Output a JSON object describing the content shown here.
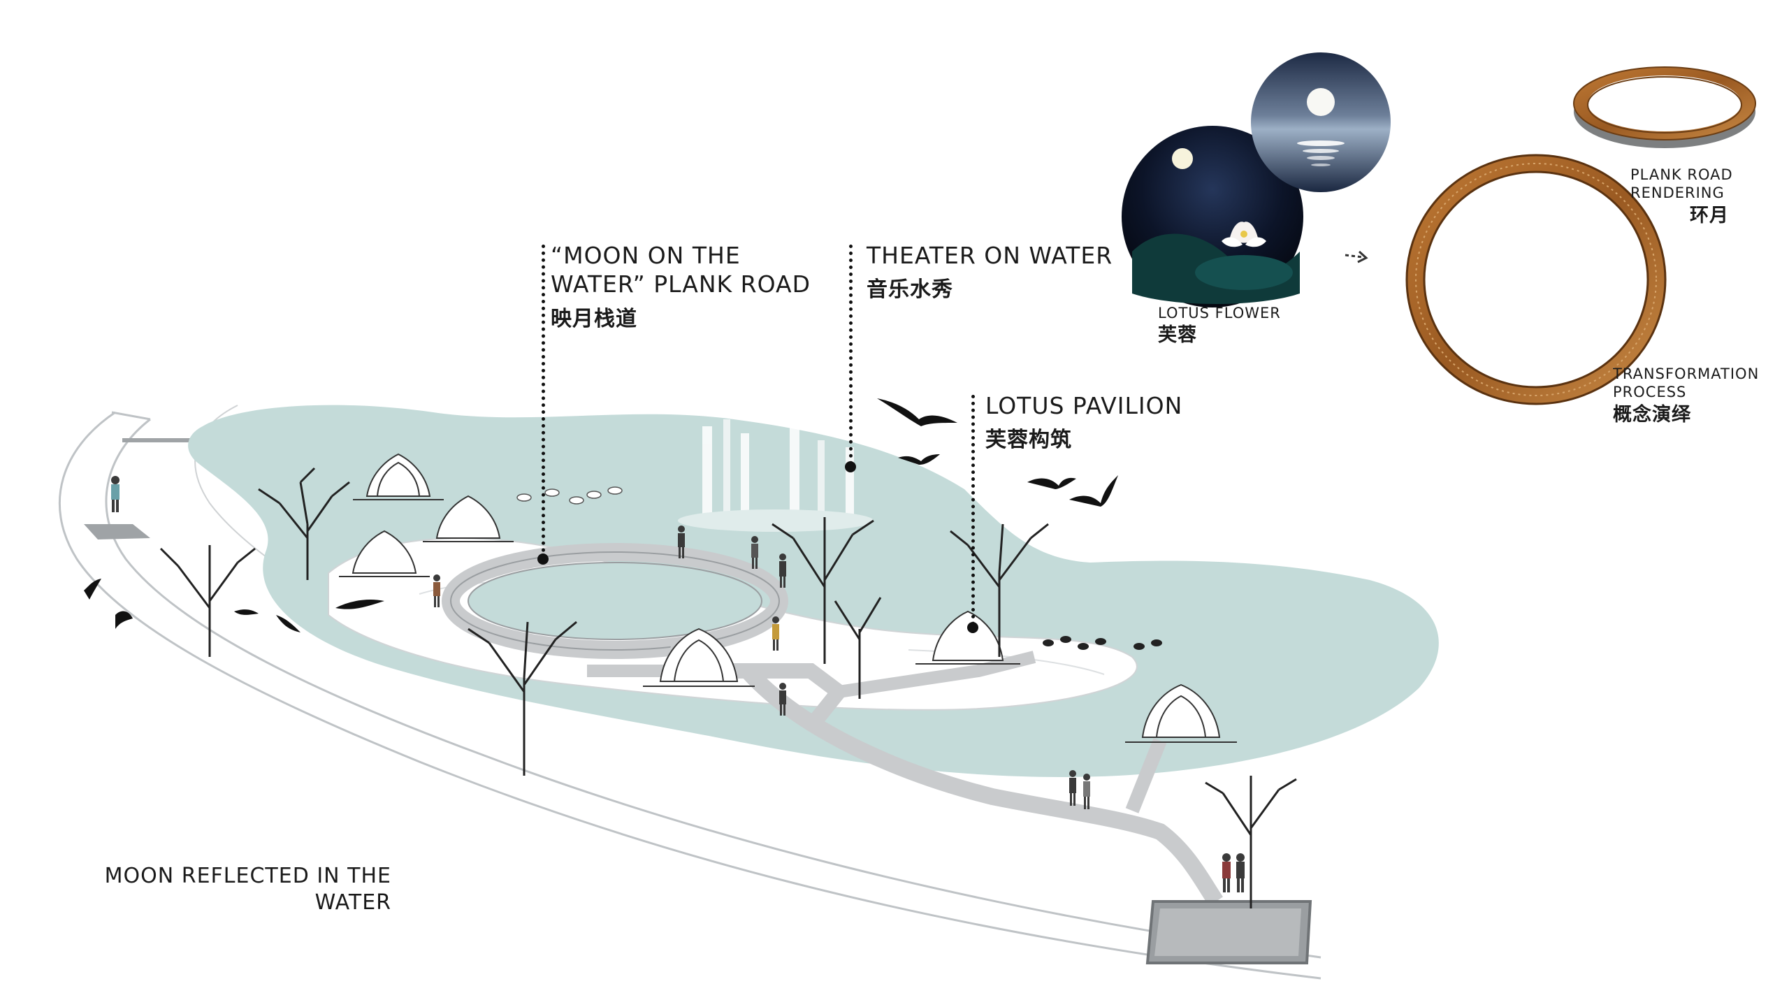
{
  "labels": {
    "plank_road_en_line1": "“MOON ON THE",
    "plank_road_en_line2": "WATER” PLANK ROAD",
    "plank_road_zh": "映月栈道",
    "theater_en": "THEATER ON WATER",
    "theater_zh": "音乐水秀",
    "pavilion_en": "LOTUS PAVILION",
    "pavilion_zh": "芙蓉构筑",
    "lotus_flower_en": "LOTUS FLOWER",
    "lotus_flower_zh": "芙蓉",
    "rendering_en_line1": "PLANK ROAD",
    "rendering_en_line2": "RENDERING",
    "rendering_zh": "环月",
    "transformation_en_line1": "TRANSFORMATION",
    "transformation_en_line2": "PROCESS",
    "transformation_zh": "概念演绎",
    "moon_reflected_line1": "MOON REFLECTED IN THE",
    "moon_reflected_line2": "WATER"
  },
  "colors": {
    "water": "#c4dbd9",
    "path": "#d6d8d9",
    "ring_wood": "#a8672b",
    "ring_wood_dark": "#6b3d14",
    "night_sky": "#0c1428",
    "callout": "#111111"
  }
}
